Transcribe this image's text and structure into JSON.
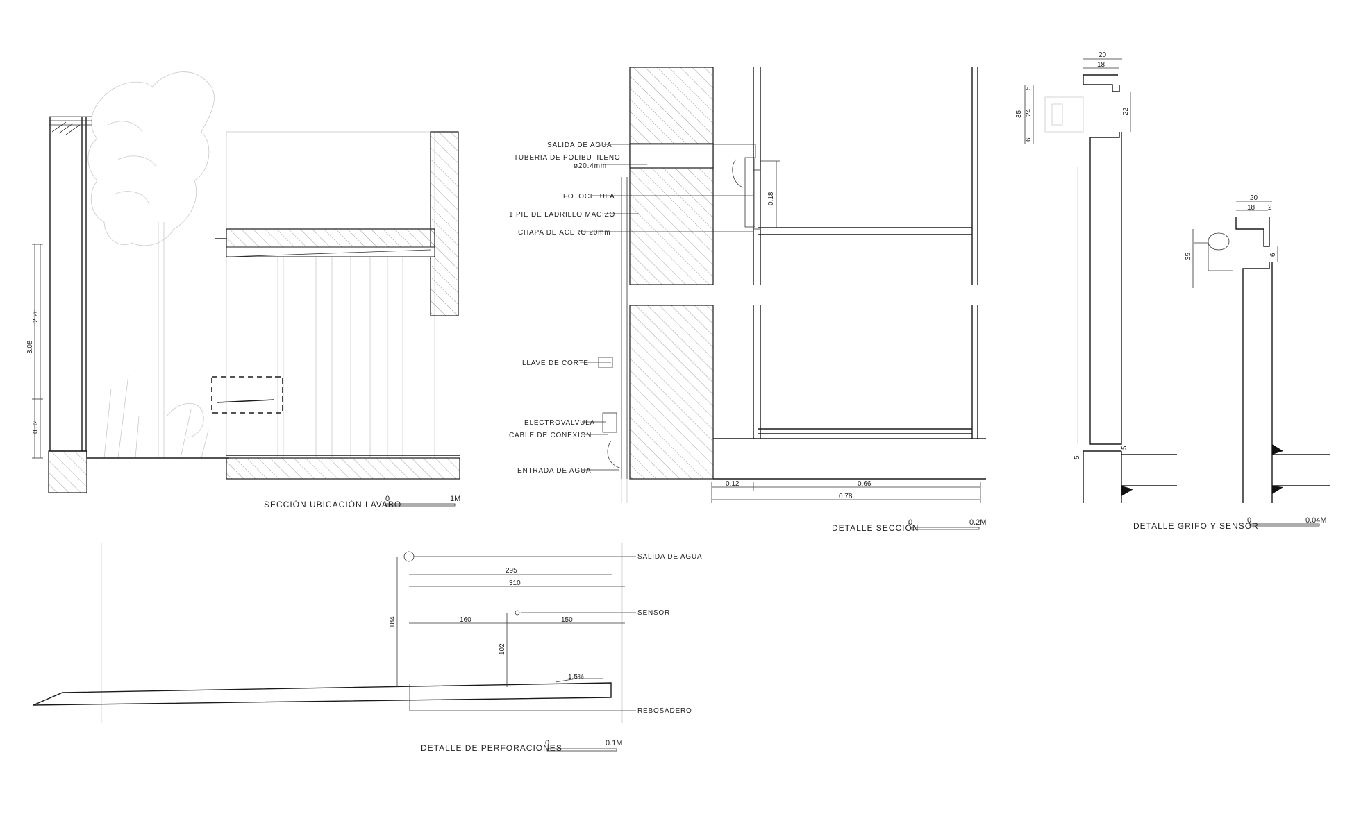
{
  "titles": {
    "seccion_lavabo": "SECCIÓN UBICACIÓN LAVABO",
    "detalle_seccion": "DETALLE SECCIÓN",
    "detalle_grifo": "DETALLE GRIFO Y SENSOR",
    "detalle_perforaciones": "DETALLE DE PERFORACIONES"
  },
  "scales": {
    "lavabo": {
      "zero": "0",
      "end": "1M"
    },
    "seccion": {
      "zero": "0",
      "end": "0.2M"
    },
    "grifo": {
      "zero": "0",
      "end": "0.04M"
    },
    "perforaciones": {
      "zero": "0",
      "end": "0.1M"
    }
  },
  "lavabo_dims": {
    "total": "3.08",
    "upper": "2.26",
    "lower": "0.82"
  },
  "seccion_labels": {
    "salida": "SALIDA DE AGUA",
    "tuberia1": "TUBERIA DE POLIBUTILENO",
    "tuberia2": "ø20.4mm",
    "fotocelula": "FOTOCELULA",
    "ladrillo": "1 PIE DE LADRILLO MACIZO",
    "chapa": "CHAPA DE ACERO 20mm",
    "llave": "LLAVE DE CORTE",
    "electrovalvula": "ELECTROVALVULA",
    "cable": "CABLE DE CONEXION",
    "entrada": "ENTRADA DE AGUA"
  },
  "seccion_dims": {
    "h": "0.18",
    "a": "0.12",
    "b": "0.66",
    "total": "0.78"
  },
  "grifo_dims": {
    "top_w": "20",
    "top_w2": "18",
    "h35": "35",
    "h5": "5",
    "h24": "24",
    "h6": "6",
    "h22": "22",
    "bot_a": "5",
    "bot_b": "5",
    "s_w": "20",
    "s_w2": "18",
    "s_w3": "2",
    "s_h": "35",
    "s_6": "6"
  },
  "perf_labels": {
    "salida": "SALIDA DE AGUA",
    "sensor": "SENSOR",
    "rebosadero": "REBOSADERO",
    "slope": "1.5%"
  },
  "perf_dims": {
    "d295": "295",
    "d310": "310",
    "d160": "160",
    "d150": "150",
    "d184": "184",
    "d102": "102"
  }
}
